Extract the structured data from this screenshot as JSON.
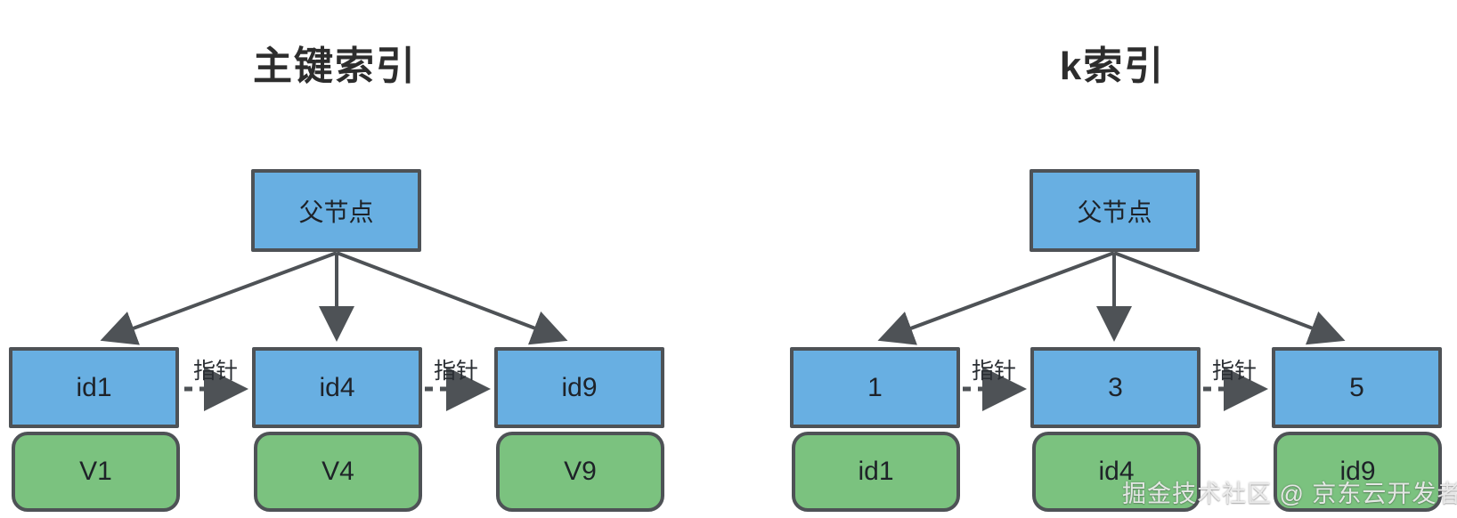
{
  "left": {
    "title": "主键索引",
    "parent_label": "父节点",
    "pointer_label": "指针",
    "leaves": [
      {
        "key": "id1",
        "value": "V1"
      },
      {
        "key": "id4",
        "value": "V4"
      },
      {
        "key": "id9",
        "value": "V9"
      }
    ]
  },
  "right": {
    "title": "k索引",
    "parent_label": "父节点",
    "pointer_label": "指针",
    "leaves": [
      {
        "key": "1",
        "value": "id1"
      },
      {
        "key": "3",
        "value": "id4"
      },
      {
        "key": "5",
        "value": "id9"
      }
    ]
  },
  "watermark": "掘金技术社区 @ 京东云开发者",
  "colors": {
    "node_blue": "#68afe2",
    "node_green": "#7bc27f",
    "node_border": "#4e5256",
    "arrow": "#4e5256",
    "title_text": "#2d2d2d",
    "node_text": "#1e2228",
    "watermark_text": "#f0f0f0"
  }
}
